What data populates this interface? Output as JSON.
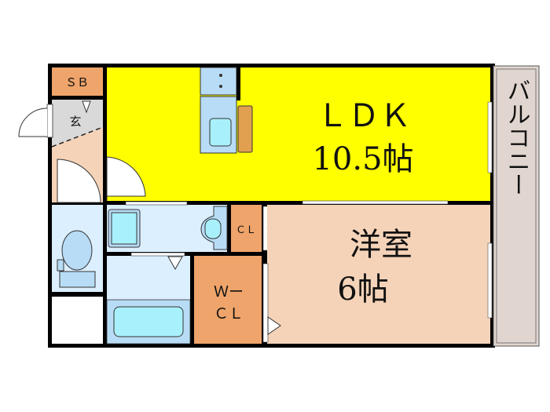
{
  "rooms": {
    "ldk": {
      "name": "ＬＤＫ",
      "size": "10.5帖"
    },
    "western": {
      "name": "洋室",
      "size": "6帖"
    },
    "balcony": {
      "name": "バルコニー"
    },
    "sb": {
      "name": "ＳＢ"
    },
    "entrance": {
      "name": "玄"
    },
    "closet": {
      "name": "ＣＬ"
    },
    "walk_in_closet": {
      "line1": "Ｗー",
      "line2": "ＣＬ"
    }
  },
  "colors": {
    "ldk": "#ffff00",
    "western": "#f5d3b8",
    "storage": "#eea46a",
    "wet": "#dcefff",
    "fixture": "#b8dcf6",
    "water": "#a8f0fb",
    "balcony": "#e1d6cf",
    "entrance": "#d9d9d9",
    "wall": "#000000"
  }
}
